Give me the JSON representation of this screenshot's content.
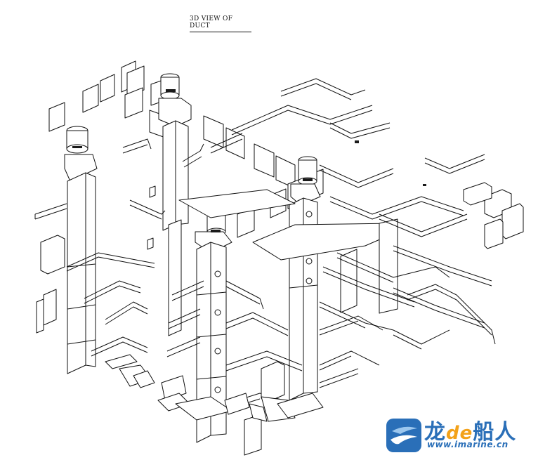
{
  "title": "3D VIEW OF DUCT",
  "watermark": {
    "chars_before": "龙",
    "chars_accent": "de",
    "chars_after": "船人",
    "url": "www.imarine.cn",
    "brand_color": "#2a6fb8",
    "accent_color": "#f3a21a"
  },
  "colors": {
    "line": "#111111",
    "fill": "#ffffff",
    "dark": "#1a1a1a"
  }
}
